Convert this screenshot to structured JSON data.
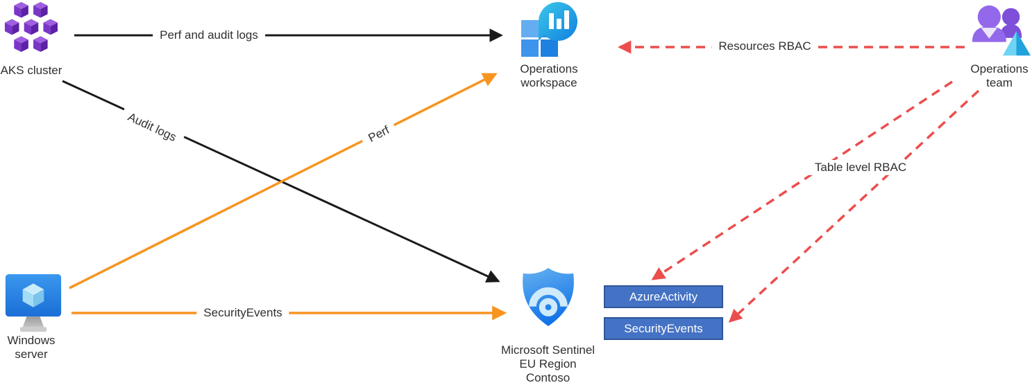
{
  "colors": {
    "black_arrow": "#1a1a1a",
    "orange_arrow": "#f79420",
    "red_arrow": "#ec4d4d",
    "table_box_fill": "#4472c4",
    "table_box_border": "#2f5597",
    "table_box_text": "#ffffff",
    "label_text": "#2f2f2f"
  },
  "nodes": {
    "aks_cluster": {
      "label": "AKS cluster",
      "icon": "aks-cluster-icon"
    },
    "operations_workspace": {
      "label_line1": "Operations",
      "label_line2": "workspace",
      "icon": "log-analytics-workspace-icon"
    },
    "operations_team": {
      "label_line1": "Operations",
      "label_line2": "team",
      "icon": "operations-team-icon"
    },
    "windows_server": {
      "label_line1": "Windows",
      "label_line2": "server",
      "icon": "windows-server-icon"
    },
    "microsoft_sentinel": {
      "label_line1": "Microsoft Sentinel",
      "label_line2": "EU Region",
      "label_line3": "Contoso",
      "icon": "sentinel-shield-icon"
    }
  },
  "tables": {
    "azure_activity": {
      "label": "AzureActivity"
    },
    "security_events": {
      "label": "SecurityEvents"
    }
  },
  "arrows": {
    "perf_and_audit_logs": {
      "label": "Perf and audit logs",
      "from": "AKS cluster",
      "to": "Operations workspace",
      "style": "solid",
      "color": "#1a1a1a"
    },
    "audit_logs": {
      "label": "Audit logs",
      "from": "AKS cluster",
      "to": "Microsoft Sentinel",
      "style": "solid",
      "color": "#1a1a1a"
    },
    "perf": {
      "label": "Perf",
      "from": "Windows server",
      "to": "Operations workspace",
      "style": "solid",
      "color": "#f79420"
    },
    "security_events": {
      "label": "SecurityEvents",
      "from": "Windows server",
      "to": "Microsoft Sentinel",
      "style": "solid",
      "color": "#f79420"
    },
    "resources_rbac": {
      "label": "Resources RBAC",
      "from": "Operations team",
      "to": "Operations workspace",
      "style": "dashed",
      "color": "#ec4d4d"
    },
    "table_level_rbac": {
      "label": "Table level RBAC",
      "from": "Operations team",
      "to": "AzureActivity and SecurityEvents tables",
      "style": "dashed",
      "color": "#ec4d4d"
    }
  }
}
